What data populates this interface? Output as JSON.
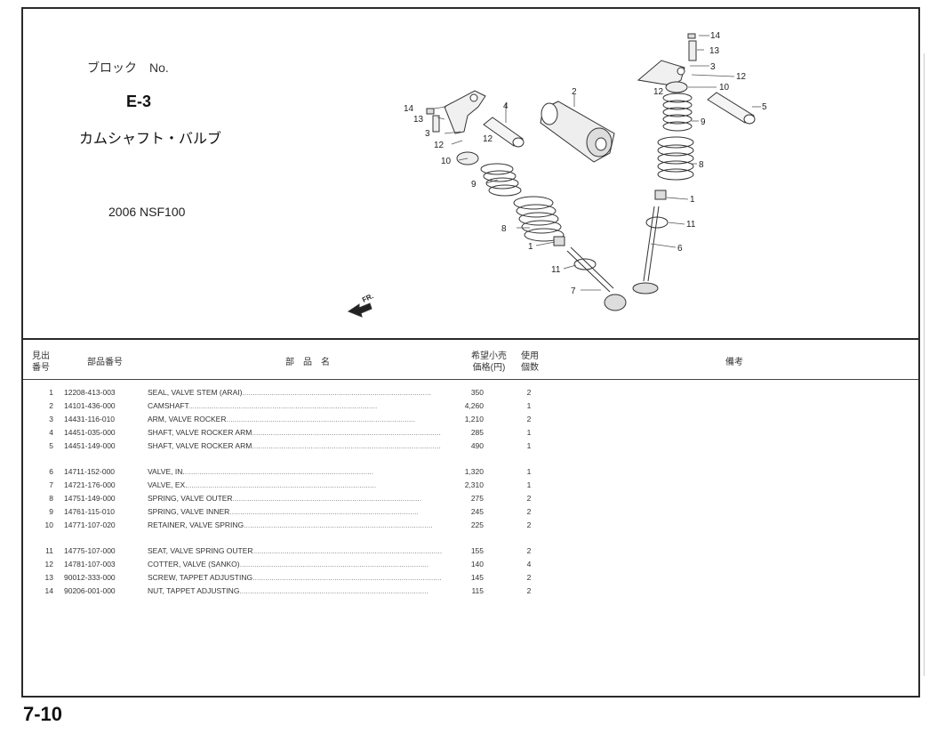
{
  "header": {
    "block_label": "ブロック　No.",
    "block_code": "E-3",
    "block_name": "カムシャフト・バルブ",
    "model": "2006 NSF100"
  },
  "diagram": {
    "front_label": "FR.",
    "callouts": [
      "1",
      "2",
      "3",
      "4",
      "5",
      "6",
      "7",
      "8",
      "9",
      "10",
      "11",
      "12",
      "13",
      "14"
    ]
  },
  "table": {
    "col_ref": "見出\n番号",
    "col_part": "部品番号",
    "col_name": "部　品　名",
    "col_price": "希望小売\n価格(円)",
    "col_qty": "使用\n個数",
    "col_remarks": "備考",
    "rows": [
      {
        "ref": "1",
        "part": "12208-413-003",
        "name": "SEAL, VALVE STEM (ARAI)",
        "price": "350",
        "qty": "2"
      },
      {
        "ref": "2",
        "part": "14101-436-000",
        "name": "CAMSHAFT",
        "price": "4,260",
        "qty": "1"
      },
      {
        "ref": "3",
        "part": "14431-116-010",
        "name": "ARM, VALVE ROCKER",
        "price": "1,210",
        "qty": "2"
      },
      {
        "ref": "4",
        "part": "14451-035-000",
        "name": "SHAFT, VALVE ROCKER ARM",
        "price": "285",
        "qty": "1"
      },
      {
        "ref": "5",
        "part": "14451-149-000",
        "name": "SHAFT, VALVE ROCKER ARM",
        "price": "490",
        "qty": "1"
      },
      {
        "ref": "6",
        "part": "14711-152-000",
        "name": "VALVE, IN.",
        "price": "1,320",
        "qty": "1"
      },
      {
        "ref": "7",
        "part": "14721-176-000",
        "name": "VALVE, EX.",
        "price": "2,310",
        "qty": "1"
      },
      {
        "ref": "8",
        "part": "14751-149-000",
        "name": "SPRING, VALVE OUTER",
        "price": "275",
        "qty": "2"
      },
      {
        "ref": "9",
        "part": "14761-115-010",
        "name": "SPRING, VALVE INNER",
        "price": "245",
        "qty": "2"
      },
      {
        "ref": "10",
        "part": "14771-107-020",
        "name": "RETAINER, VALVE SPRING",
        "price": "225",
        "qty": "2"
      },
      {
        "ref": "11",
        "part": "14775-107-000",
        "name": "SEAT, VALVE SPRING OUTER",
        "price": "155",
        "qty": "2"
      },
      {
        "ref": "12",
        "part": "14781-107-003",
        "name": "COTTER, VALVE (SANKO)",
        "price": "140",
        "qty": "4"
      },
      {
        "ref": "13",
        "part": "90012-333-000",
        "name": "SCREW, TAPPET ADJUSTING",
        "price": "145",
        "qty": "2"
      },
      {
        "ref": "14",
        "part": "90206-001-000",
        "name": "NUT, TAPPET ADJUSTING",
        "price": "115",
        "qty": "2"
      }
    ]
  },
  "footer": {
    "page_number": "7-10"
  }
}
